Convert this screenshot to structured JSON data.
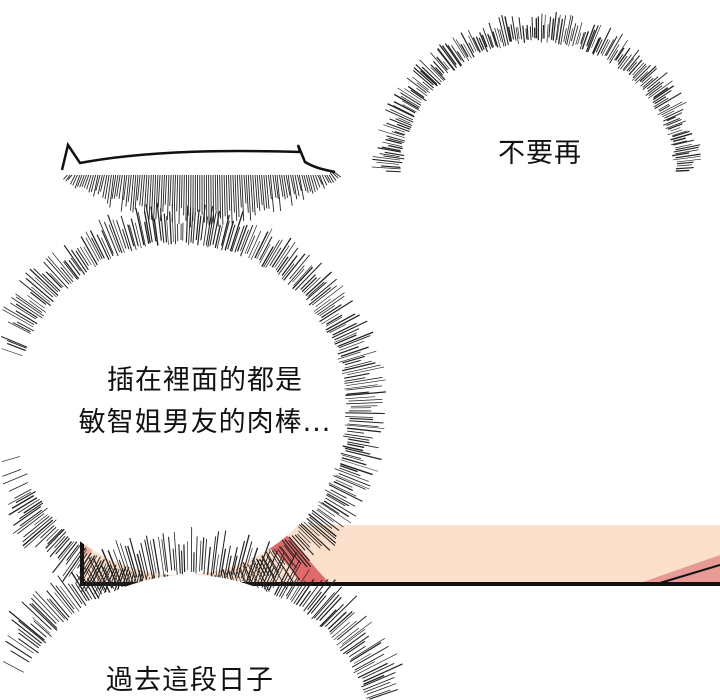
{
  "bubbles": {
    "top_right": {
      "line1": "不要再"
    },
    "middle_left": {
      "line1": "插在裡面的都是",
      "line2": "敏智姐男友的肉棒..."
    },
    "bottom": {
      "line1": "過去這段日子"
    }
  },
  "colors": {
    "skin": "#fde0cc",
    "red": "#e06a6a",
    "dark_red": "#a82a2a",
    "ink": "#111111"
  }
}
